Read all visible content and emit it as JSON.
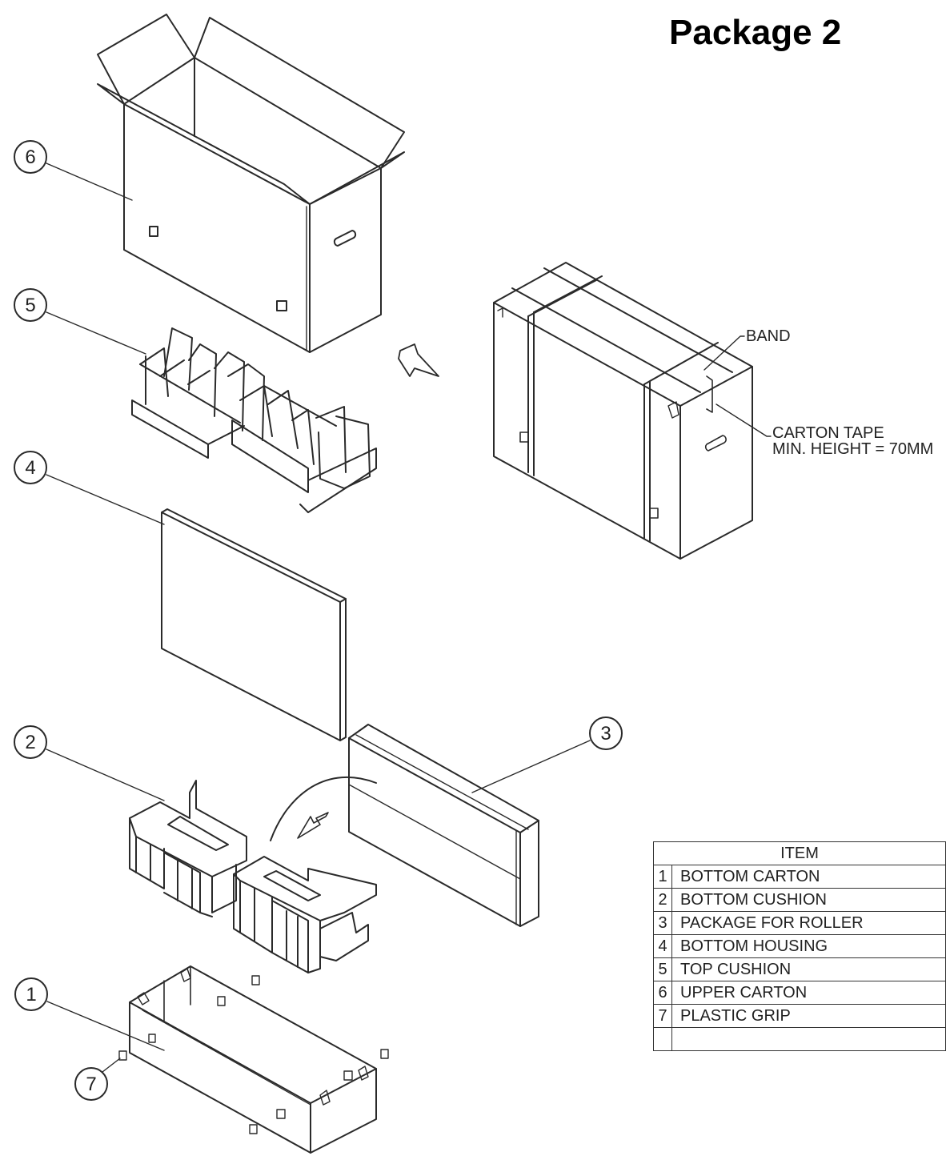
{
  "title": "Package 2",
  "callouts": [
    "1",
    "2",
    "3",
    "4",
    "5",
    "6",
    "7"
  ],
  "annotations": {
    "band": "BAND",
    "carton_tape_line1": "CARTON TAPE",
    "carton_tape_line2": "MIN. HEIGHT = 70MM"
  },
  "item_table": {
    "header": "ITEM",
    "rows": [
      {
        "no": "1",
        "name": "BOTTOM CARTON"
      },
      {
        "no": "2",
        "name": "BOTTOM CUSHION"
      },
      {
        "no": "3",
        "name": "PACKAGE FOR ROLLER"
      },
      {
        "no": "4",
        "name": "BOTTOM HOUSING"
      },
      {
        "no": "5",
        "name": "TOP CUSHION"
      },
      {
        "no": "6",
        "name": "UPPER CARTON"
      },
      {
        "no": "7",
        "name": "PLASTIC GRIP"
      },
      {
        "no": "",
        "name": ""
      }
    ]
  }
}
